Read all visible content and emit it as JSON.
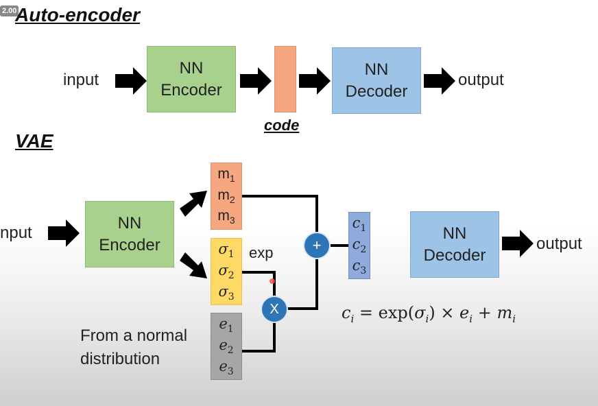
{
  "badge": "2.00",
  "autoencoder": {
    "title": "Auto-encoder",
    "input_label": "input",
    "encoder_line1": "NN",
    "encoder_line2": "Encoder",
    "code_label": "code",
    "decoder_line1": "NN",
    "decoder_line2": "Decoder",
    "output_label": "output"
  },
  "vae": {
    "title": "VAE",
    "input_label": "nput",
    "encoder_line1": "NN",
    "encoder_line2": "Encoder",
    "m": [
      "m",
      "m",
      "m"
    ],
    "sigma": [
      "σ",
      "σ",
      "σ"
    ],
    "e": [
      "e",
      "e",
      "e"
    ],
    "c": [
      "c",
      "c",
      "c"
    ],
    "subscripts": [
      "1",
      "2",
      "3"
    ],
    "exp_label": "exp",
    "plus_symbol": "+",
    "times_symbol": "X",
    "normal_line1": "From a normal",
    "normal_line2": "distribution",
    "decoder_line1": "NN",
    "decoder_line2": "Decoder",
    "output_label": "output",
    "formula": {
      "c": "c",
      "eq": " = exp(",
      "sigma": "σ",
      "times": ") × ",
      "e": "e",
      "plus": " + ",
      "m": "m",
      "sub": "i"
    }
  },
  "colors": {
    "encoder": "#a9d18e",
    "decoder": "#9dc3e6",
    "code": "#f6a77f",
    "mean": "#f6a77f",
    "sigma": "#ffd966",
    "noise": "#a6a6a6",
    "latent": "#8faadc",
    "operator": "#2e75b6"
  }
}
